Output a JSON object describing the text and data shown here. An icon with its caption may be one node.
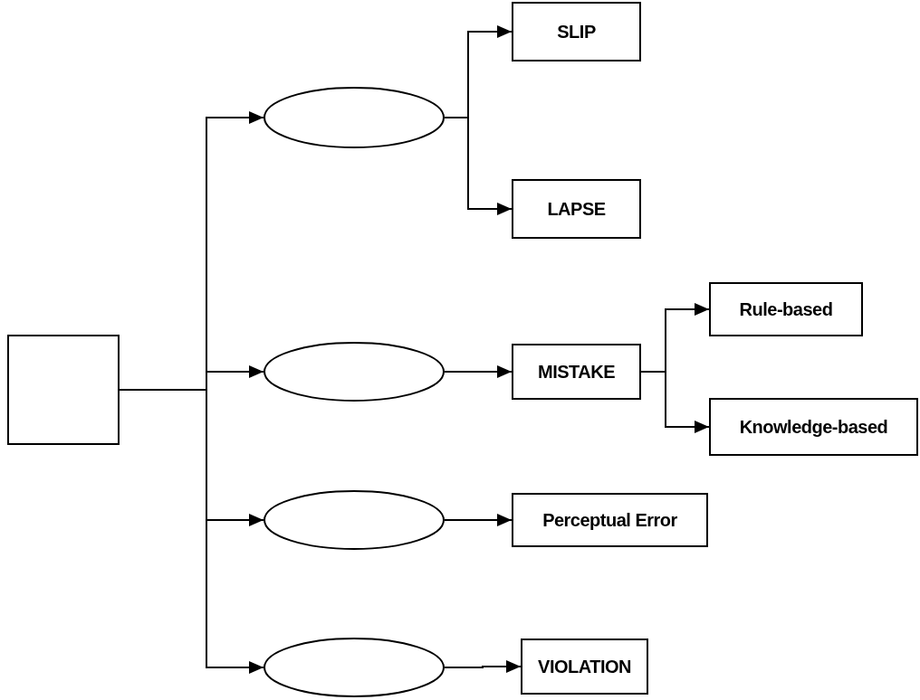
{
  "diagram": {
    "nodes": [
      {
        "text": [],
        "shape": "box"
      },
      {
        "text": [],
        "shape": "circle"
      },
      {
        "text": [],
        "shape": "circle"
      },
      {
        "text": [],
        "shape": "circle"
      },
      {
        "text": [],
        "shape": "circle"
      },
      {
        "text": [
          "SLIP"
        ]
      },
      {
        "text": [
          "LAPSE"
        ]
      },
      {
        "text": [
          "MISTAKE"
        ]
      },
      {
        "text": [
          "Rule-based"
        ]
      },
      {
        "text": [
          "Knowledge-based"
        ]
      },
      {
        "text": [
          "Perceptual Error"
        ]
      },
      {
        "text": [
          "VIOLATION"
        ]
      }
    ],
    "edges": [
      {
        "from": 0,
        "to": 1,
        "arrow": "to"
      },
      {
        "from": 0,
        "to": 2,
        "arrow": "to"
      },
      {
        "from": 0,
        "to": 3,
        "arrow": "to"
      },
      {
        "from": 0,
        "to": 4,
        "arrow": "to"
      },
      {
        "from": 1,
        "to": 5,
        "arrow": "to"
      },
      {
        "from": 1,
        "to": 6,
        "arrow": "to"
      },
      {
        "from": 2,
        "to": 7,
        "arrow": "to"
      },
      {
        "from": 7,
        "to": 8,
        "arrow": "to"
      },
      {
        "from": 7,
        "to": 9,
        "arrow": "to"
      },
      {
        "from": 3,
        "to": 10,
        "arrow": "to"
      },
      {
        "from": 4,
        "to": 11,
        "arrow": "to"
      }
    ]
  }
}
